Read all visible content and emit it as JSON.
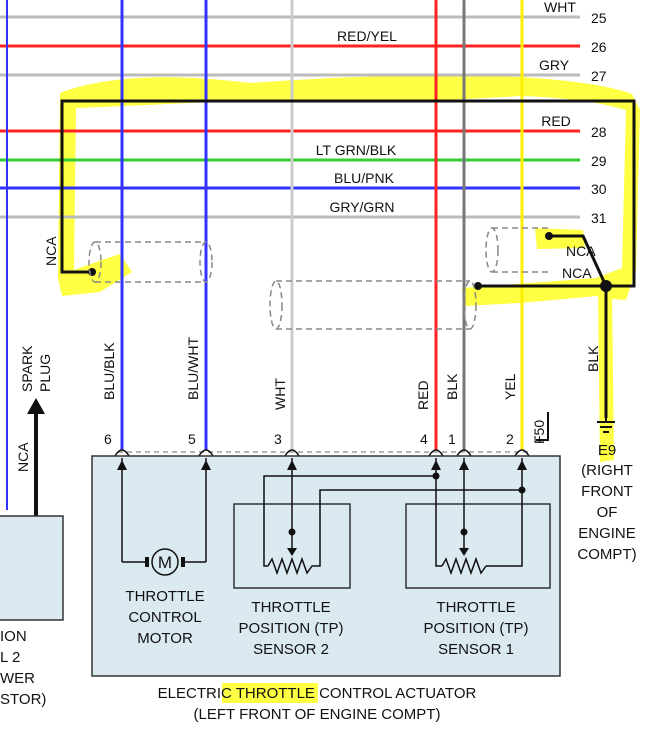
{
  "wire_rows": [
    {
      "num": "25",
      "label": "WHT",
      "color": "#bbbbbb"
    },
    {
      "num": "26",
      "label": "RED/YEL",
      "color": "#ff2222"
    },
    {
      "num": "27",
      "label": "GRY",
      "color": "#bbbbbb"
    },
    {
      "num": "28",
      "label": "RED",
      "color": "#ff2222"
    },
    {
      "num": "29",
      "label": "LT GRN/BLK",
      "color": "#33cc33"
    },
    {
      "num": "30",
      "label": "BLU/PNK",
      "color": "#3333ff"
    },
    {
      "num": "31",
      "label": "GRY/GRN",
      "color": "#bbbbbb"
    }
  ],
  "shield_labels": {
    "nca_left": "NCA",
    "nca_right_1": "NCA",
    "nca_right_2": "NCA"
  },
  "wire_columns": {
    "blu_blk": "BLU/BLK",
    "blu_wht": "BLU/WHT",
    "wht": "WHT",
    "red": "RED",
    "blk": "BLK",
    "yel": "YEL",
    "blk_ground": "BLK"
  },
  "pins": {
    "p6": "6",
    "p5": "5",
    "p3": "3",
    "p4": "4",
    "p1": "1",
    "p2": "2"
  },
  "connector": "F50",
  "spark": {
    "line1": "SPARK",
    "line2": "PLUG",
    "nca": "NCA"
  },
  "ground": {
    "id": "E9",
    "line1": "(RIGHT",
    "line2": "FRONT",
    "line3": "OF",
    "line4": "ENGINE",
    "line5": "COMPT)"
  },
  "motor": {
    "symbol": "M",
    "title": "THROTTLE",
    "line2": "CONTROL",
    "line3": "MOTOR"
  },
  "sensor2": {
    "title": "THROTTLE",
    "line2": "POSITION (TP)",
    "line3": "SENSOR 2"
  },
  "sensor1": {
    "title": "THROTTLE",
    "line2": "POSITION (TP)",
    "line3": "SENSOR 1"
  },
  "left_fragment": {
    "line1": "ION",
    "line2": "L 2",
    "line3": "WER",
    "line4": "STOR)"
  },
  "footer": {
    "prefix": "ELECTRIC ",
    "highlight": "THROTTLE",
    "suffix": " CONTROL ACTUATOR",
    "line2": "(LEFT FRONT OF ENGINE COMPT)"
  },
  "colors": {
    "highlight": "#ffff44",
    "box_fill": "#dbe9f0",
    "box_stroke": "#333333",
    "shield": "#888888",
    "black_wire": "#111111"
  }
}
